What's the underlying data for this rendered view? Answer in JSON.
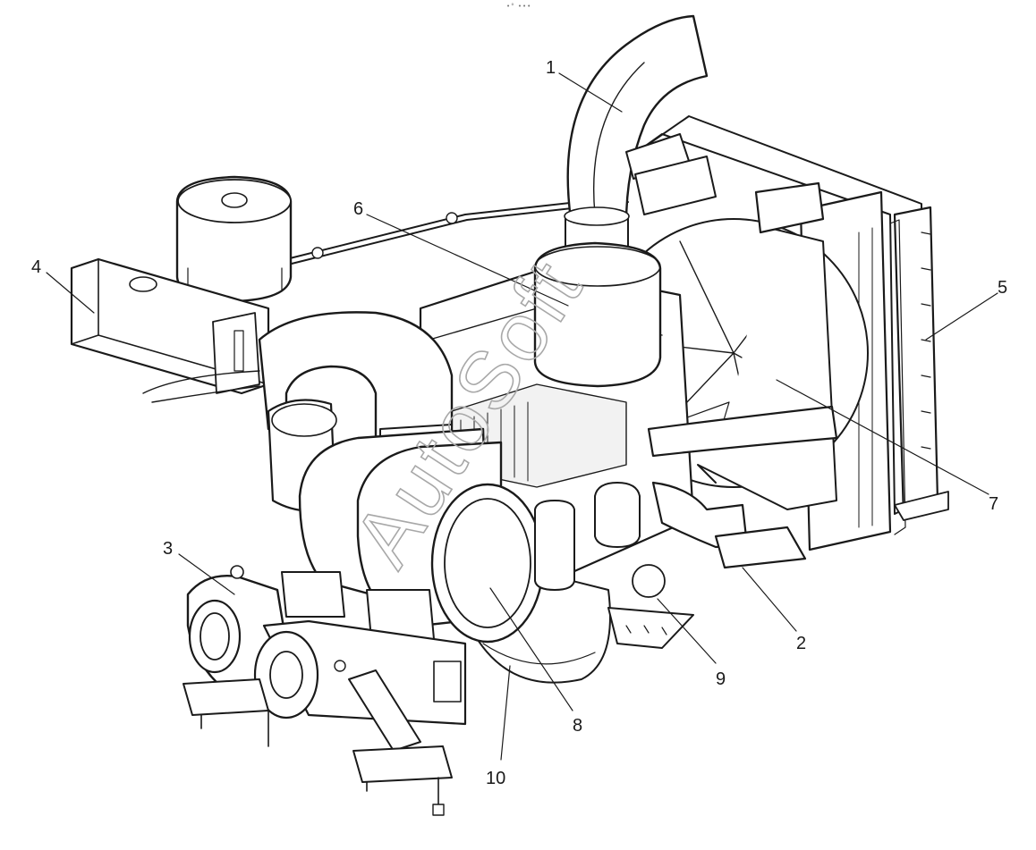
{
  "figure": {
    "top_mark": "•° •••",
    "watermark": "AutoSoft",
    "callouts": [
      {
        "label": "1"
      },
      {
        "label": "2"
      },
      {
        "label": "3"
      },
      {
        "label": "4"
      },
      {
        "label": "5"
      },
      {
        "label": "6"
      },
      {
        "label": "7"
      },
      {
        "label": "8"
      },
      {
        "label": "9"
      },
      {
        "label": "10"
      }
    ]
  }
}
